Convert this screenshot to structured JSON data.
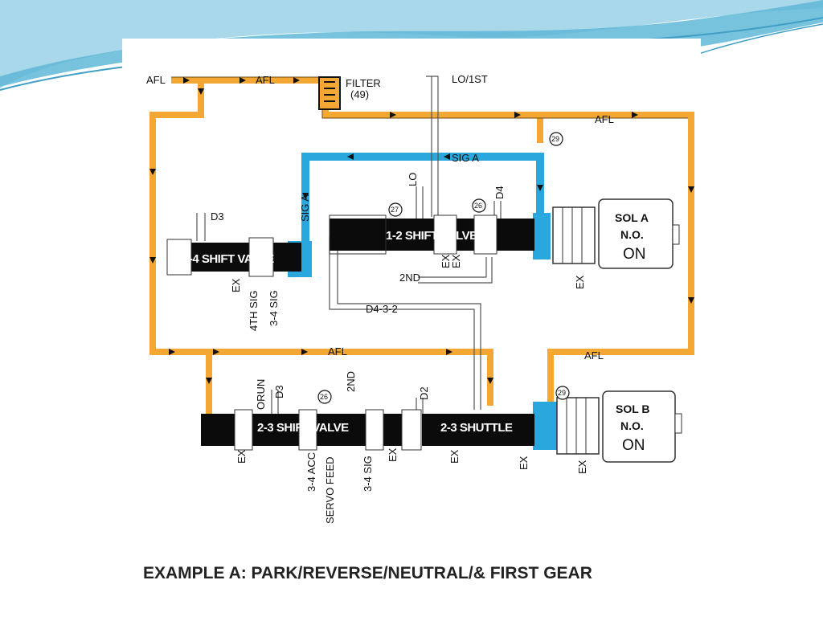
{
  "caption": "EXAMPLE A: PARK/REVERSE/NEUTRAL/& FIRST GEAR",
  "colors": {
    "afl_oil": "#f4a732",
    "signal_oil": "#2aa7dd",
    "valve_body": "#0b0b0b",
    "slide_swoosh": "#5fb7d7"
  },
  "lines": {
    "afl": "AFL",
    "sig_a": "SIG A",
    "lo_1st": "LO/1ST",
    "d3": "D3",
    "d4": "D4",
    "lo": "LO",
    "ex": "EX",
    "second": "2ND",
    "d4_3_2": "D4-3-2",
    "fourth_sig": "4TH SIG",
    "three_four_sig": "3-4 SIG",
    "orun": "ORUN",
    "d2": "D2",
    "three_four_acc": "3-4 ACC",
    "servo_feed": "SERVO FEED"
  },
  "filter": {
    "label": "FILTER",
    "number": "(49)"
  },
  "check_balls": {
    "c29": "29",
    "c27": "27",
    "c26": "26"
  },
  "valves": {
    "shift_34": "3-4 SHIFT VALVE",
    "shift_12": "1-2 SHIFT VALVE",
    "shift_23": "2-3 SHIFT VALVE",
    "shuttle_23": "2-3 SHUTTLE"
  },
  "solenoid_a": {
    "name": "SOL A",
    "type": "N.O.",
    "state": "ON"
  },
  "solenoid_b": {
    "name": "SOL B",
    "type": "N.O.",
    "state": "ON"
  }
}
